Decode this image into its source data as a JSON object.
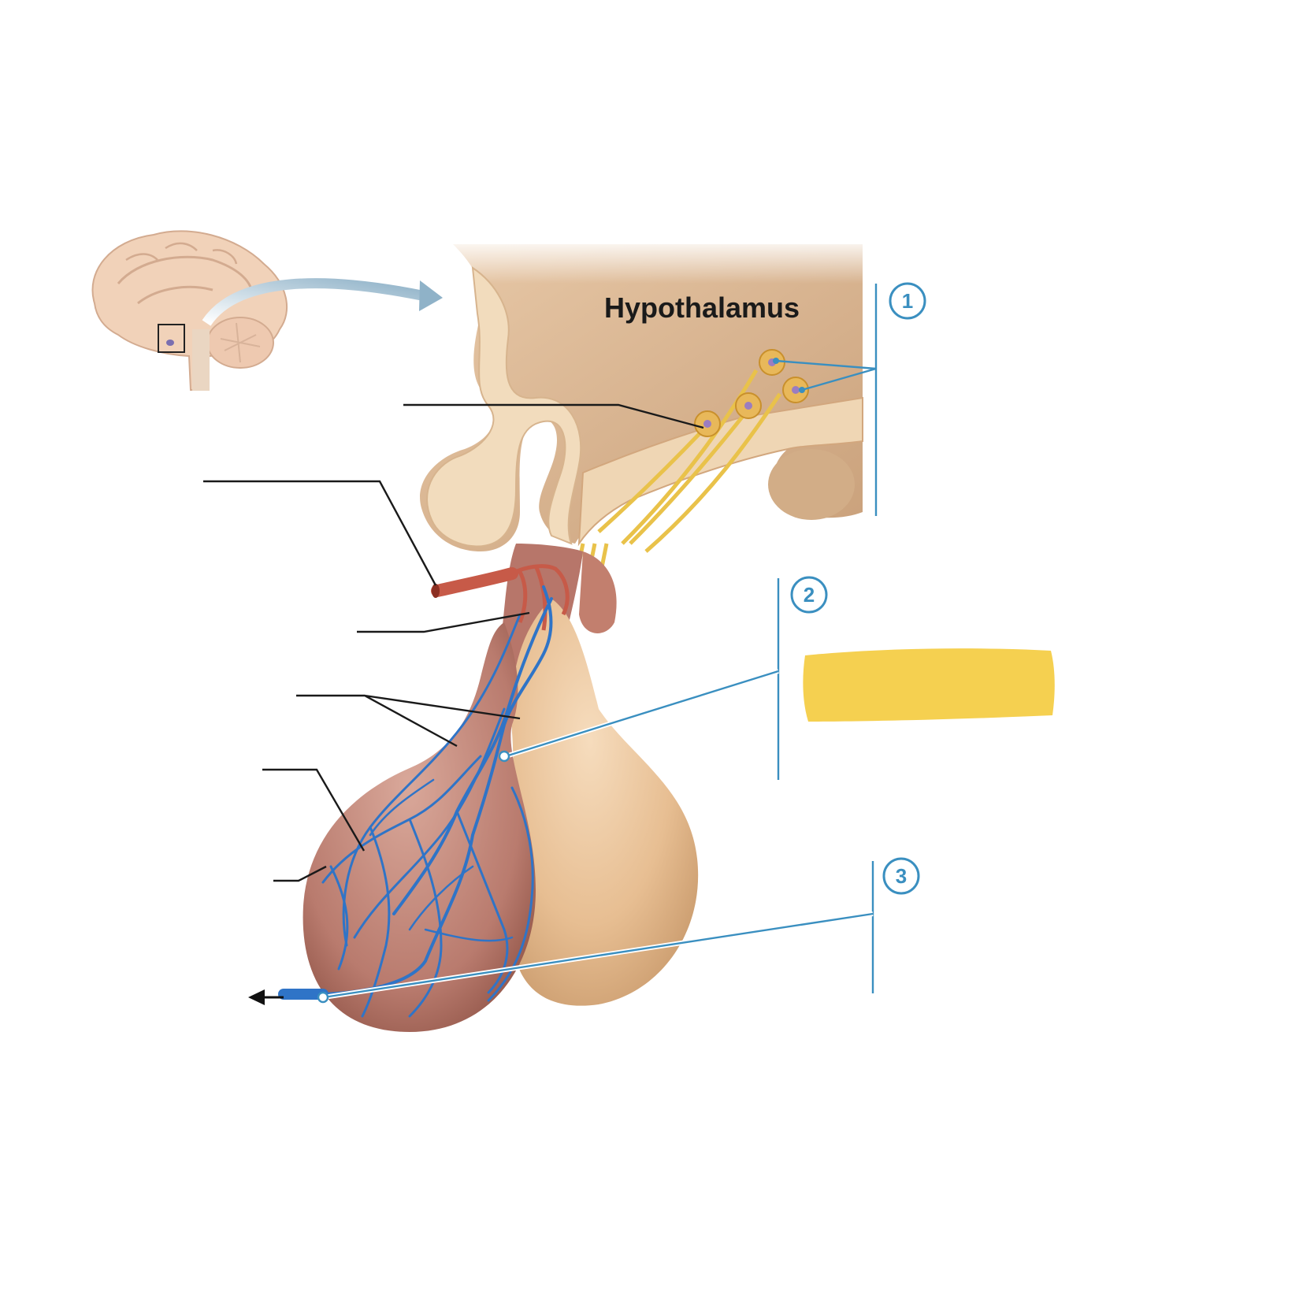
{
  "diagram": {
    "title": "Hypothalamus",
    "steps": [
      "1",
      "2",
      "3"
    ],
    "highlight_color": "#f5d050",
    "accent_color": "#3a8fc0"
  }
}
